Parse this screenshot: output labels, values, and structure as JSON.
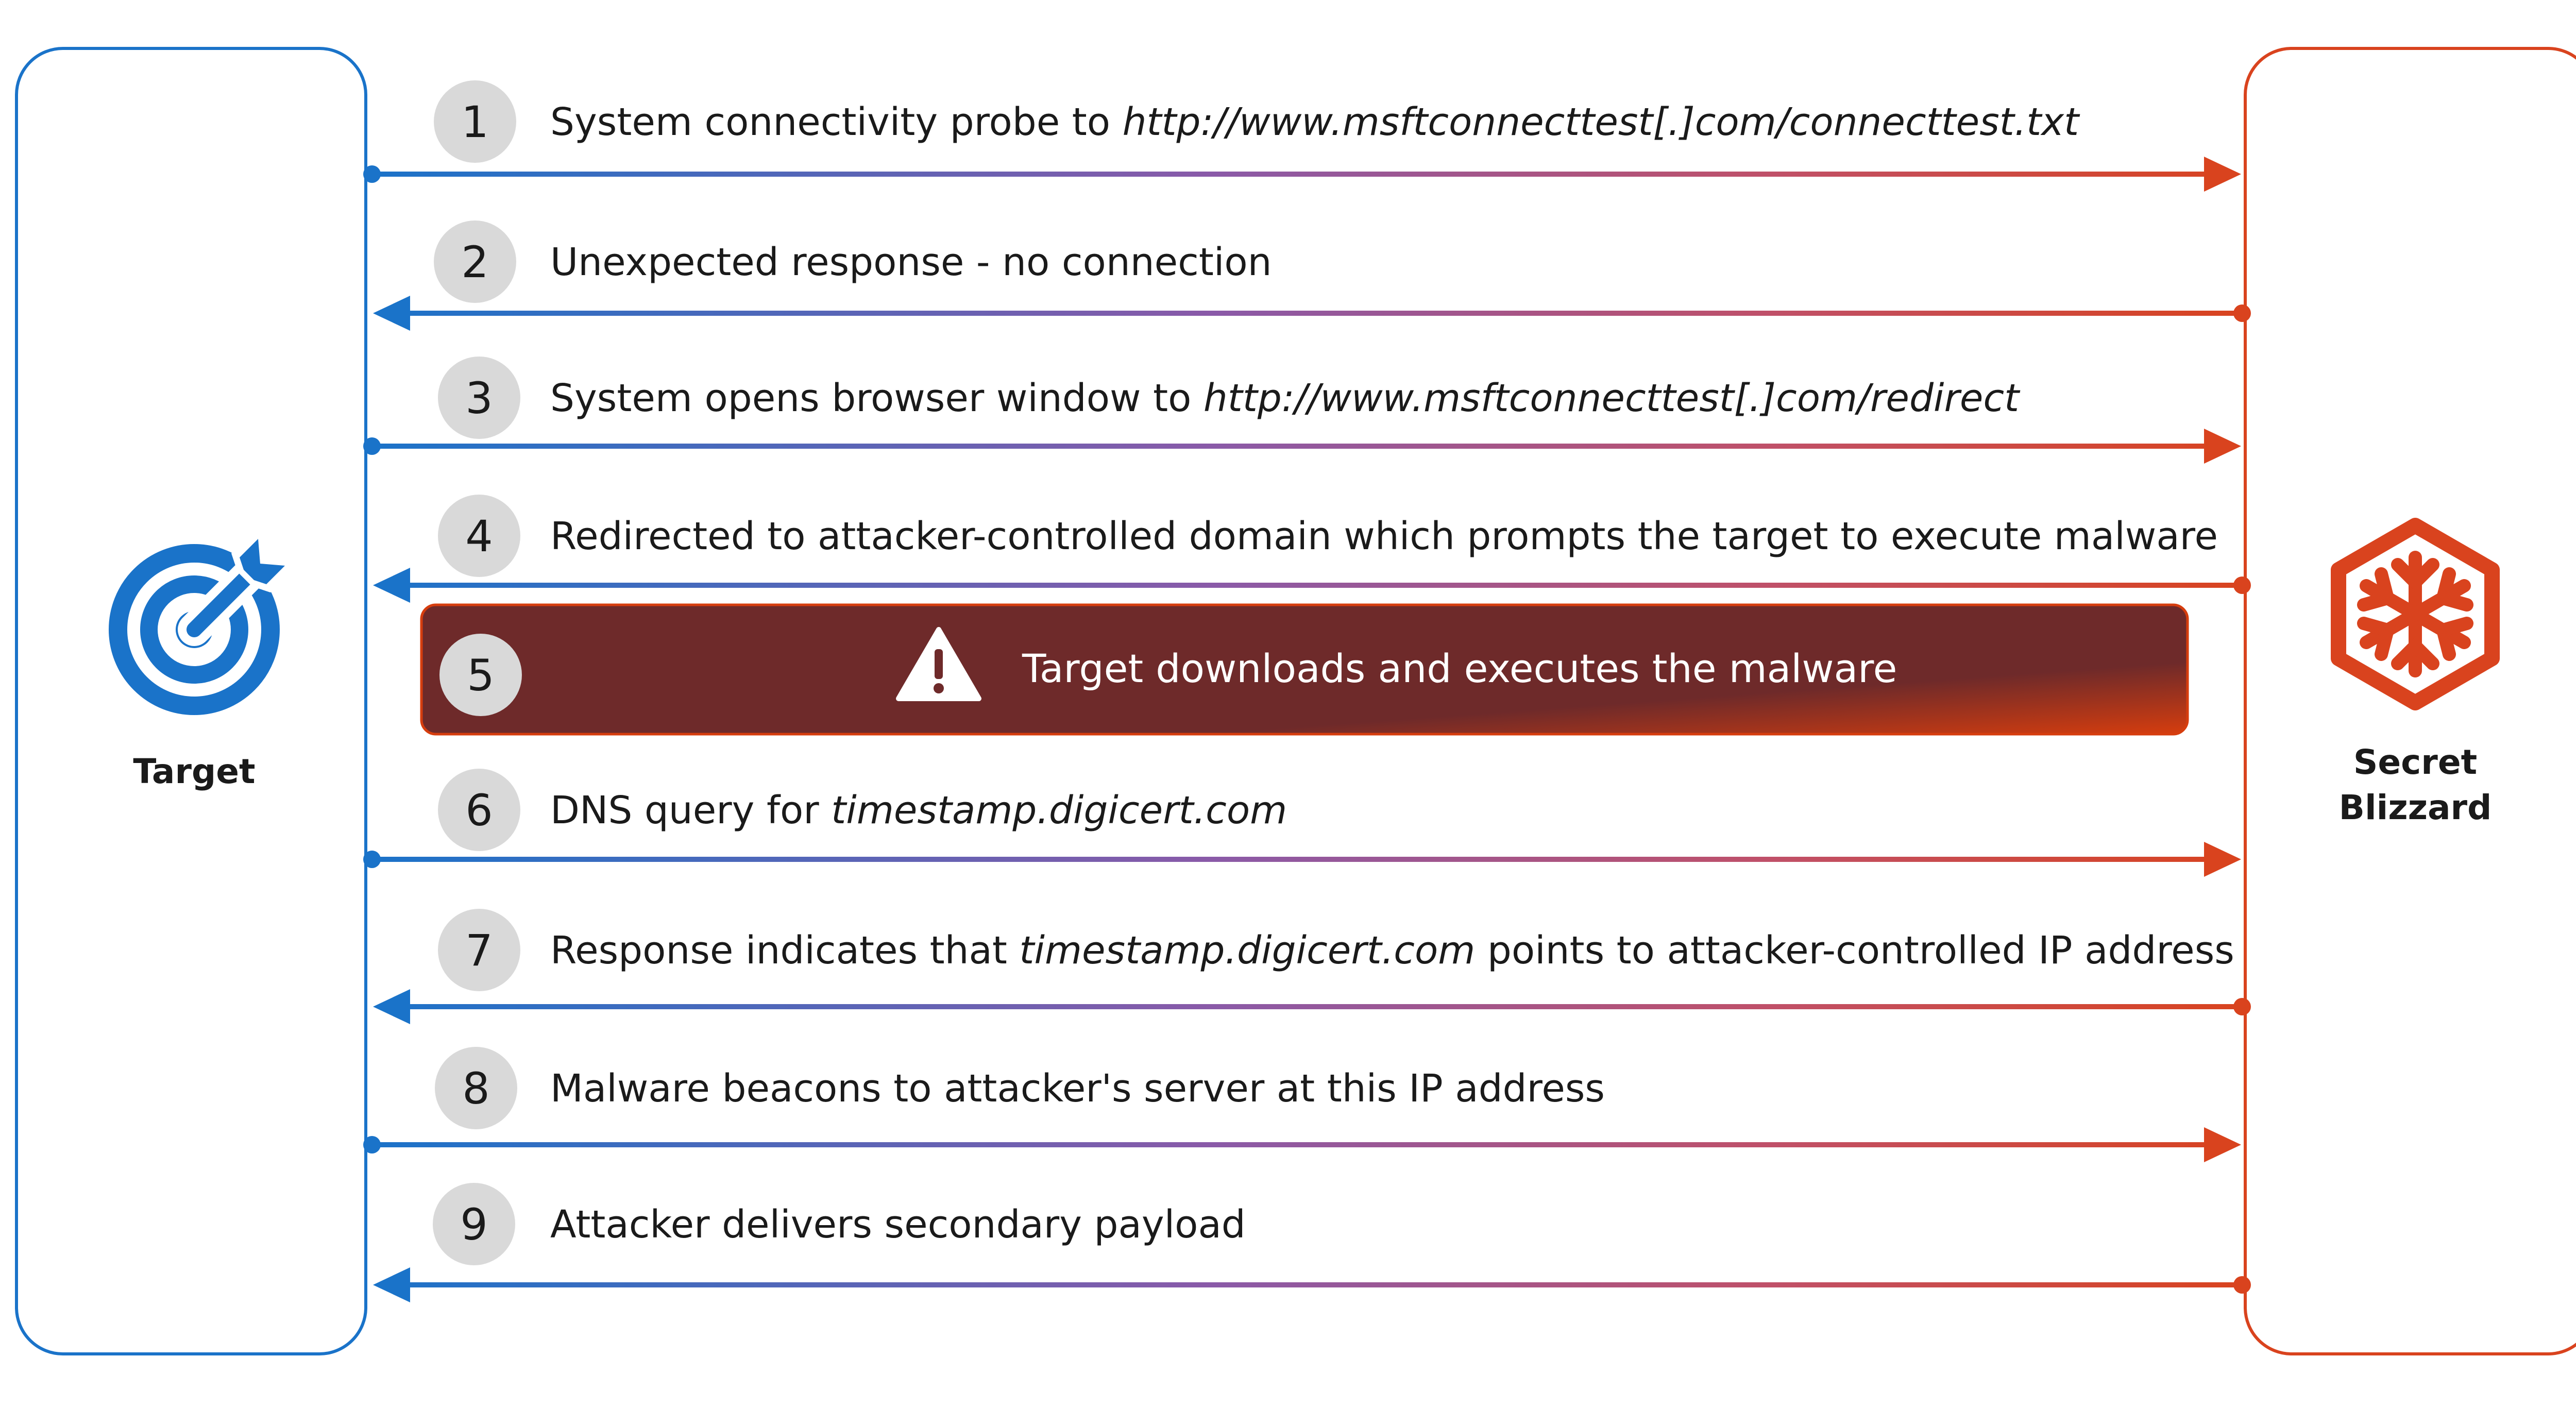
{
  "colors": {
    "target_blue": "#1a73c9",
    "attacker_orange": "#d9431e",
    "badge_gray": "#d9d9d9",
    "banner_dark": "#6e2a2a",
    "banner_bright": "#d63d0e"
  },
  "target": {
    "label": "Target",
    "icon": "target-icon"
  },
  "attacker": {
    "label_line1": "Secret",
    "label_line2": "Blizzard",
    "icon": "snowflake-hexagon-icon"
  },
  "steps": [
    {
      "num": "1",
      "direction": "to-attacker",
      "parts": [
        {
          "text": "System connectivity probe to ",
          "italic": false
        },
        {
          "text": "http://www.msftconnecttest[.]com/connecttest.txt",
          "italic": true
        }
      ]
    },
    {
      "num": "2",
      "direction": "to-target",
      "parts": [
        {
          "text": "Unexpected response - no connection",
          "italic": false
        }
      ]
    },
    {
      "num": "3",
      "direction": "to-attacker",
      "parts": [
        {
          "text": "System opens browser window to ",
          "italic": false
        },
        {
          "text": "http://www.msftconnecttest[.]com/redirect",
          "italic": true
        }
      ]
    },
    {
      "num": "4",
      "direction": "to-target",
      "parts": [
        {
          "text": "Redirected to attacker-controlled domain which prompts the target to execute malware",
          "italic": false
        }
      ]
    },
    {
      "num": "6",
      "direction": "to-attacker",
      "parts": [
        {
          "text": "DNS query for ",
          "italic": false
        },
        {
          "text": "timestamp.digicert.com",
          "italic": true
        }
      ]
    },
    {
      "num": "7",
      "direction": "to-target",
      "parts": [
        {
          "text": "Response indicates that ",
          "italic": false
        },
        {
          "text": "timestamp.digicert.com",
          "italic": true
        },
        {
          "text": " points to attacker-controlled IP address",
          "italic": false
        }
      ]
    },
    {
      "num": "8",
      "direction": "to-attacker",
      "parts": [
        {
          "text": "Malware beacons to attacker's server at this IP address",
          "italic": false
        }
      ]
    },
    {
      "num": "9",
      "direction": "to-target",
      "parts": [
        {
          "text": "Attacker delivers secondary payload",
          "italic": false
        }
      ]
    }
  ],
  "banner": {
    "num": "5",
    "icon": "warning-icon",
    "text": "Target downloads and executes the malware"
  }
}
